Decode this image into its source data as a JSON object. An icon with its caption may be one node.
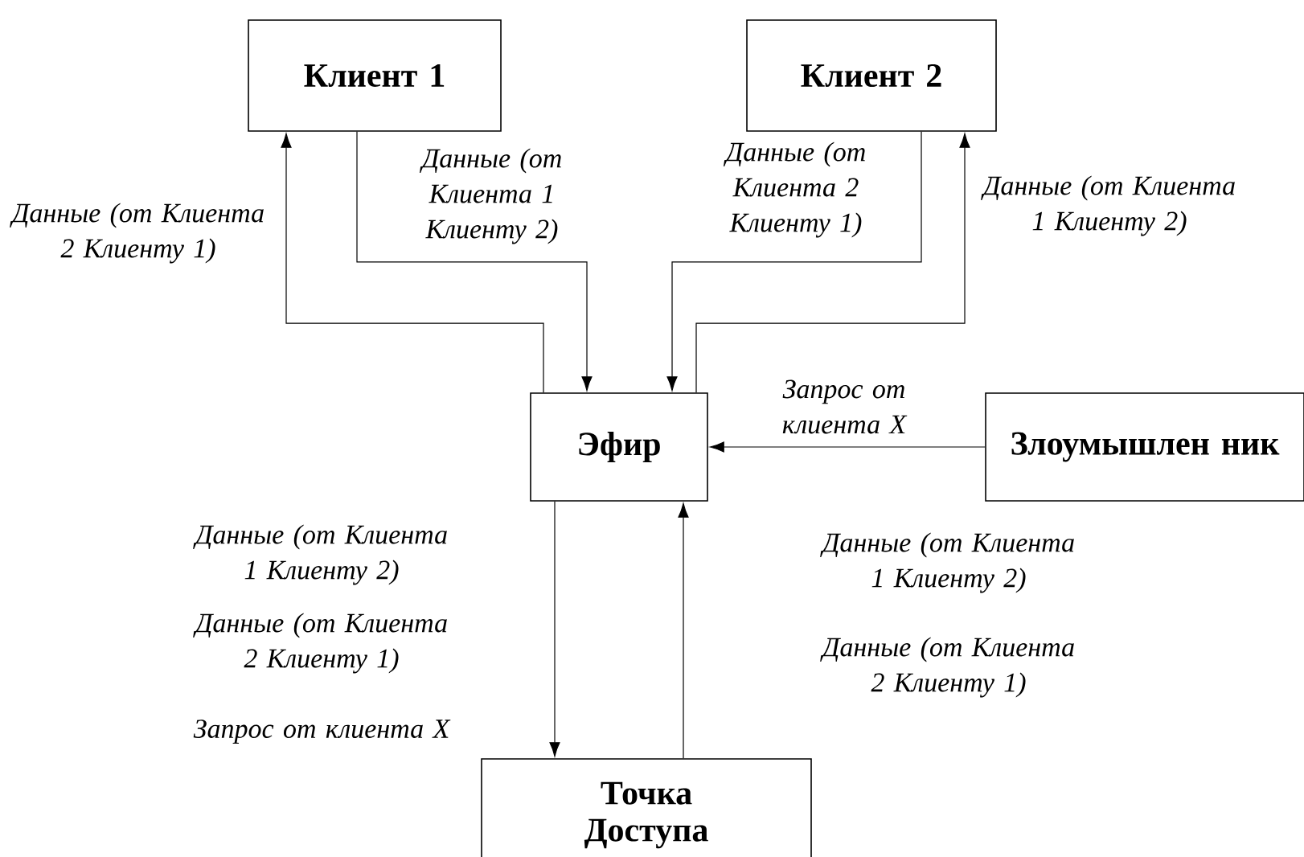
{
  "diagram": {
    "nodes": [
      {
        "text": [
          "Клиент 1"
        ]
      },
      {
        "text": [
          "Клиент 2"
        ]
      },
      {
        "text": [
          "Эфир"
        ]
      },
      {
        "text": [
          "Злоумышлен ник"
        ]
      },
      {
        "text": [
          "Точка Доступа"
        ]
      }
    ],
    "edges": [
      {
        "from": 2,
        "to": 0,
        "arrow": "to",
        "label": "Данные (от Клиента 2 Клиенту 1)"
      },
      {
        "from": 0,
        "to": 2,
        "arrow": "to",
        "label": "Данные (от Клиента 1 Клиенту 2)"
      },
      {
        "from": 1,
        "to": 2,
        "arrow": "to",
        "label": "Данные (от Клиента 2 Клиенту 1)"
      },
      {
        "from": 2,
        "to": 1,
        "arrow": "to",
        "label": "Данные (от Клиента 1 Клиенту 2)"
      },
      {
        "from": 3,
        "to": 2,
        "arrow": "to",
        "label": "Запрос от клиента X"
      },
      {
        "from": 2,
        "to": 4,
        "arrow": "to",
        "label": "Данные (от Клиента 1 Клиенту 2)"
      },
      {
        "from": 4,
        "to": 2,
        "arrow": "to",
        "label": "Данные (от Клиента 1 Клиенту 2)"
      }
    ],
    "labels": [
      "Данные (от Клиента 2 Клиенту 1)",
      "Данные (от Клиента 2 Клиенту 1)",
      "Запрос от клиента X"
    ]
  }
}
